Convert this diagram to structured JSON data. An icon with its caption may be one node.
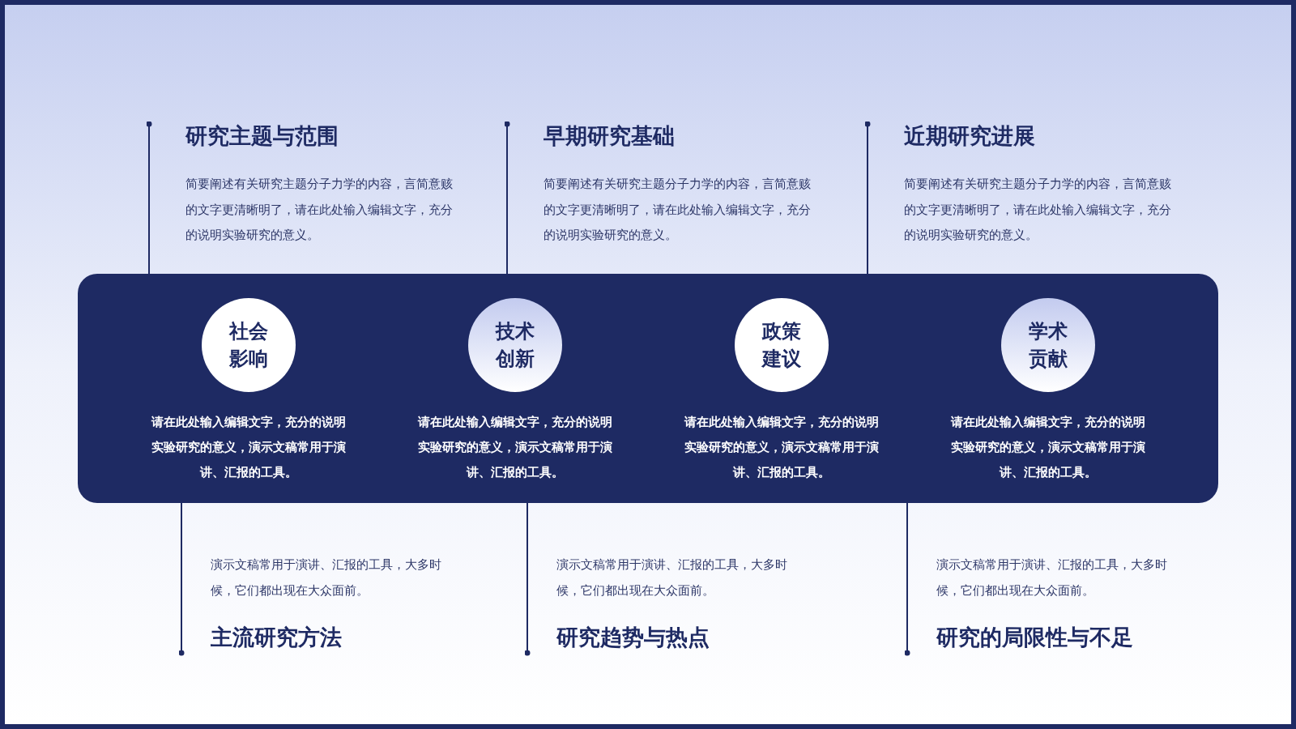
{
  "diagram": {
    "nodes": [
      {
        "text": [],
        "shape": "box"
      },
      {
        "text": [
          "社会影响"
        ],
        "in": 0,
        "beside": [
          "请在此处输入编辑文字，充分的说明实验研究的意义，演示文稿常用于演讲、汇报的工具。"
        ]
      },
      {
        "text": [
          "技术创新"
        ],
        "in": 0,
        "beside": [
          "请在此处输入编辑文字，充分的说明实验研究的意义，演示文稿常用于演讲、汇报的工具。"
        ]
      },
      {
        "text": [
          "政策建议"
        ],
        "in": 0,
        "beside": [
          "请在此处输入编辑文字，充分的说明实验研究的意义，演示文稿常用于演讲、汇报的工具。"
        ]
      },
      {
        "text": [
          "学术贡献"
        ],
        "in": 0,
        "beside": [
          "请在此处输入编辑文字，充分的说明实验研究的意义，演示文稿常用于演讲、汇报的工具。"
        ]
      },
      {
        "text": [
          "研究主题与范围",
          "简要阐述有关研究主题分子力学的内容，言简意赅的文字更清晰明了，请在此处输入编辑文字，充分的说明实验研究的意义。"
        ]
      },
      {
        "text": [
          "早期研究基础",
          "简要阐述有关研究主题分子力学的内容，言简意赅的文字更清晰明了，请在此处输入编辑文字，充分的说明实验研究的意义。"
        ]
      },
      {
        "text": [
          "近期研究进展",
          "简要阐述有关研究主题分子力学的内容，言简意赅的文字更清晰明了，请在此处输入编辑文字，充分的说明实验研究的意义。"
        ]
      },
      {
        "text": [
          "演示文稿常用于演讲、汇报的工具，大多时候，它们都出现在大众面前。",
          "主流研究方法"
        ]
      },
      {
        "text": [
          "演示文稿常用于演讲、汇报的工具，大多时候，它们都出现在大众面前。",
          "研究趋势与热点"
        ]
      },
      {
        "text": [
          "演示文稿常用于演讲、汇报的工具，大多时候，它们都出现在大众面前。",
          "研究的局限性与不足"
        ]
      }
    ],
    "edges": [
      {
        "from": 5,
        "to": 0,
        "arrow": "other"
      },
      {
        "from": 6,
        "to": 0,
        "arrow": "other"
      },
      {
        "from": 7,
        "to": 0,
        "arrow": "other"
      },
      {
        "from": 8,
        "to": 0,
        "arrow": "other"
      },
      {
        "from": 9,
        "to": 0,
        "arrow": "other"
      },
      {
        "from": 10,
        "to": 0,
        "arrow": "other"
      }
    ]
  }
}
